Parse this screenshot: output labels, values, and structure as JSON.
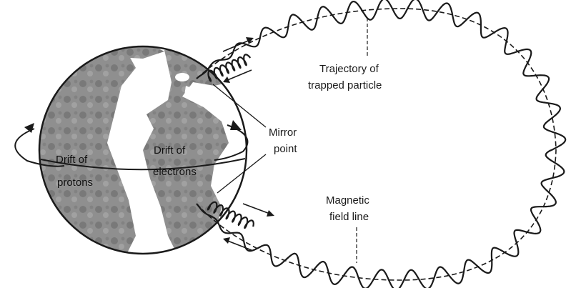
{
  "labels": {
    "trajectory_line1": "Trajectory of",
    "trajectory_line2": "trapped particle",
    "mirror_line1": "Mirror",
    "mirror_line2": "point",
    "drift_protons_line1": "Drift of",
    "drift_protons_line2": "protons",
    "drift_electrons_line1": "Drift of",
    "drift_electrons_line2": "electrons",
    "magnetic_line1": "Magnetic",
    "magnetic_line2": "field line"
  },
  "colors": {
    "ink": "#1a1a1a",
    "ocean": "#ffffff",
    "land": "#8f8f8f",
    "land_dark": "#6e6e6e"
  }
}
